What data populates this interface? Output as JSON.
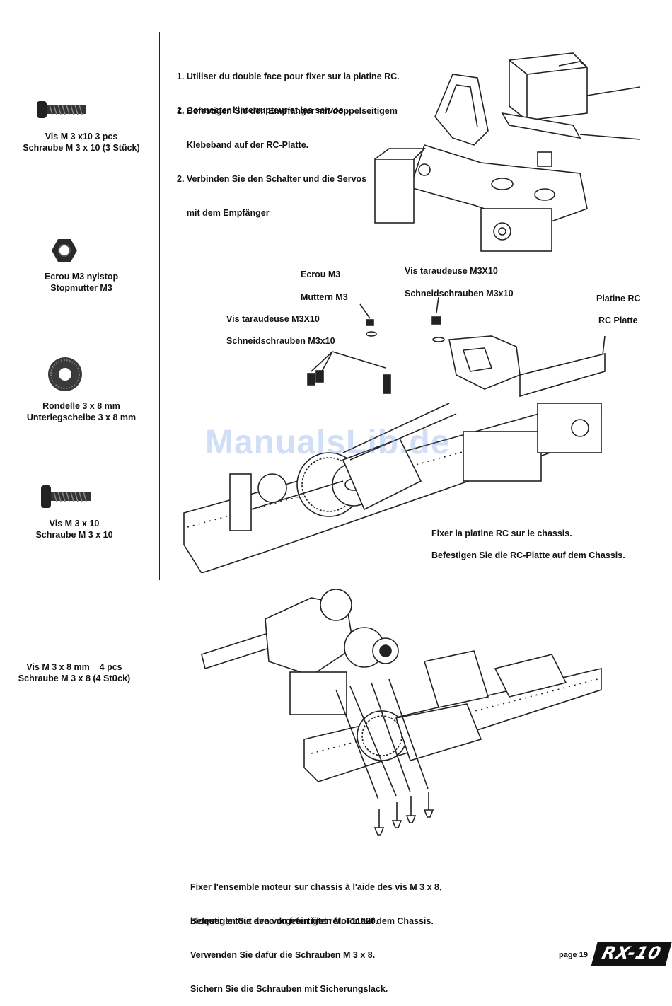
{
  "parts": [
    {
      "line1": "Vis M 3 x10  3 pcs",
      "line2": "Schraube M 3 x 10 (3 Stück)",
      "icon": "screw-icon"
    },
    {
      "line1": "Ecrou M3 nylstop",
      "line2": "Stopmutter M3",
      "icon": "nut-icon"
    },
    {
      "line1": "Rondelle 3 x 8 mm",
      "line2": "Unterlegscheibe 3 x 8 mm",
      "icon": "washer-icon"
    },
    {
      "line1": "Vis M 3 x 10",
      "line2": "Schraube M 3 x 10",
      "icon": "screw-icon"
    },
    {
      "line1": "Vis M 3 x 8 mm    4 pcs",
      "line2": "Schraube M 3 x 8 (4 Stück)"
    }
  ],
  "step1": {
    "fr": [
      "1. Utiliser du double face pour fixer sur la platine RC.",
      "2. Connecter l'interrupteur et les servos."
    ],
    "de": [
      "1. Befestigen Sie den Empfänger mit doppelseitigem",
      "    Klebeband auf der RC-Platte.",
      "2. Verbinden Sie den Schalter und die Servos",
      "    mit dem Empfänger"
    ]
  },
  "step2": {
    "labels": {
      "ecrou": "Ecrou M3",
      "muttern": "Muttern M3",
      "vis_top": "Vis taraudeuse M3X10",
      "schneid_top": "Schneidschrauben M3x10",
      "vis_left": "Vis taraudeuse M3X10",
      "schneid_left": "Schneidschrauben M3x10",
      "platine": "Platine RC",
      "rc_platte": "RC Platte"
    },
    "fr": "Fixer la platine RC sur le chassis.",
    "de": "Befestigen Sie die RC-Platte auf dem Chassis."
  },
  "step3": {
    "fr": [
      "Fixer l'ensemble moteur sur chassis à l'aide des vis M 3 x 8,",
      "bloquer le tout avec du frein filet réf: T11020."
    ],
    "de": [
      "Befestigen Sie den vorgefertigten Motor auf dem Chassis.",
      "Verwenden Sie dafür die Schrauben M 3 x 8.",
      "Sichern Sie die Schrauben mit Sicherungslack."
    ]
  },
  "watermark": "ManualsLib.de",
  "footer": {
    "page": "page 19",
    "logo": "RX-10"
  }
}
